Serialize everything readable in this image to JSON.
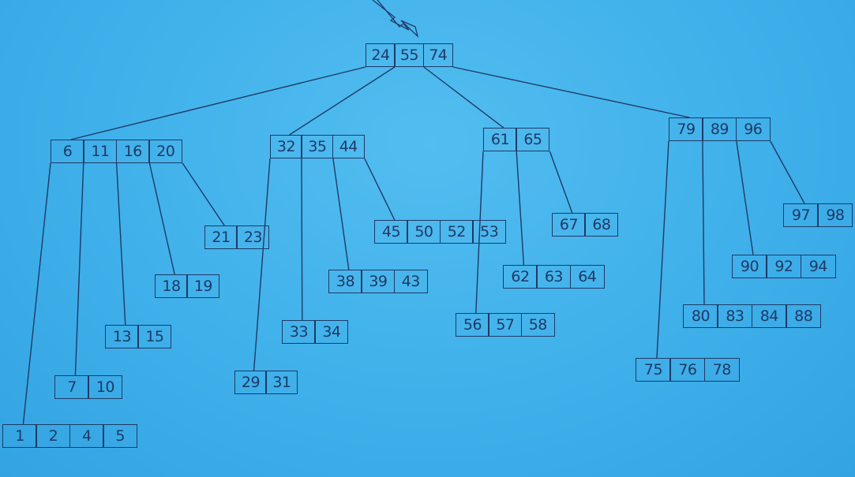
{
  "tree": {
    "nodes": [
      {
        "id": "root",
        "keys": [
          "24",
          "55",
          "74"
        ]
      },
      {
        "id": "n1",
        "keys": [
          "6",
          "11",
          "16",
          "20"
        ]
      },
      {
        "id": "n2",
        "keys": [
          "32",
          "35",
          "44"
        ]
      },
      {
        "id": "n3",
        "keys": [
          "61",
          "65"
        ]
      },
      {
        "id": "n4",
        "keys": [
          "79",
          "89",
          "96"
        ]
      },
      {
        "id": "l1",
        "keys": [
          "1",
          "2",
          "4",
          "5"
        ]
      },
      {
        "id": "l2",
        "keys": [
          "7",
          "10"
        ]
      },
      {
        "id": "l3",
        "keys": [
          "13",
          "15"
        ]
      },
      {
        "id": "l4",
        "keys": [
          "18",
          "19"
        ]
      },
      {
        "id": "l5",
        "keys": [
          "21",
          "23"
        ]
      },
      {
        "id": "l6",
        "keys": [
          "29",
          "31"
        ]
      },
      {
        "id": "l7",
        "keys": [
          "33",
          "34"
        ]
      },
      {
        "id": "l8",
        "keys": [
          "38",
          "39",
          "43"
        ]
      },
      {
        "id": "l9",
        "keys": [
          "45",
          "50",
          "52",
          "53"
        ]
      },
      {
        "id": "l10",
        "keys": [
          "56",
          "57",
          "58"
        ]
      },
      {
        "id": "l11",
        "keys": [
          "62",
          "63",
          "64"
        ]
      },
      {
        "id": "l12",
        "keys": [
          "67",
          "68"
        ]
      },
      {
        "id": "l13",
        "keys": [
          "75",
          "76",
          "78"
        ]
      },
      {
        "id": "l14",
        "keys": [
          "80",
          "83",
          "84",
          "88"
        ]
      },
      {
        "id": "l15",
        "keys": [
          "90",
          "92",
          "94"
        ]
      },
      {
        "id": "l16",
        "keys": [
          "97",
          "98"
        ]
      }
    ],
    "edges": [
      [
        "root",
        "n1"
      ],
      [
        "root",
        "n2"
      ],
      [
        "root",
        "n3"
      ],
      [
        "root",
        "n4"
      ],
      [
        "n1",
        "l1"
      ],
      [
        "n1",
        "l2"
      ],
      [
        "n1",
        "l3"
      ],
      [
        "n1",
        "l4"
      ],
      [
        "n1",
        "l5"
      ],
      [
        "n2",
        "l6"
      ],
      [
        "n2",
        "l7"
      ],
      [
        "n2",
        "l8"
      ],
      [
        "n2",
        "l9"
      ],
      [
        "n3",
        "l10"
      ],
      [
        "n3",
        "l11"
      ],
      [
        "n3",
        "l12"
      ],
      [
        "n4",
        "l13"
      ],
      [
        "n4",
        "l14"
      ],
      [
        "n4",
        "l15"
      ],
      [
        "n4",
        "l16"
      ]
    ]
  }
}
